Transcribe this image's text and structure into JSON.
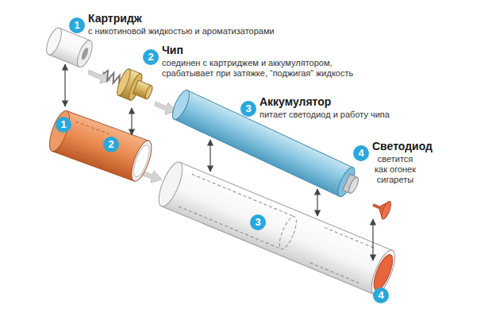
{
  "diagram": {
    "nodes": [
      {
        "text": [
          "1",
          "Картридж",
          "с никотиновой жидкостью и ароматизаторами"
        ]
      },
      {
        "text": [
          "2",
          "Чип",
          "соединен с картриджем и аккумулятором, срабатывает при затяжке, “поджигая” жидкость"
        ]
      },
      {
        "text": [
          "3",
          "Аккумулятор",
          "питает светодиод и работу чипа"
        ]
      },
      {
        "text": [
          "4",
          "Светодиод",
          "светится как огонек сигареты"
        ]
      },
      {
        "text": [
          "1"
        ]
      },
      {
        "text": [
          "2"
        ]
      },
      {
        "text": [
          "3"
        ]
      },
      {
        "text": [
          "4"
        ]
      }
    ]
  }
}
